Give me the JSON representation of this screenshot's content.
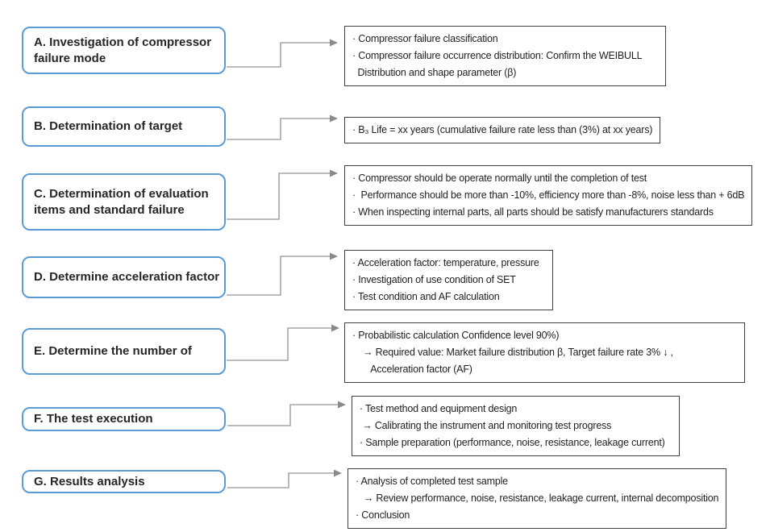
{
  "colors": {
    "step_border": "#5b9bd5",
    "detail_border": "#3f3f3f",
    "connector": "#a6a6a6",
    "text": "#262626"
  },
  "steps": [
    {
      "id": "A",
      "label": "A. Investigation of compressor\nfailure mode",
      "details": [
        "· Compressor failure classification",
        "· Compressor failure occurrence distribution: Confirm the WEIBULL",
        "  Distribution and shape parameter (β)"
      ]
    },
    {
      "id": "B",
      "label": "B. Determination of target",
      "details": [
        "· B₃ Life = xx years (cumulative failure rate less than (3%) at xx years)"
      ]
    },
    {
      "id": "C",
      "label": "C. Determination of evaluation\nitems and standard failure",
      "details": [
        "· Compressor should be operate normally until the completion of test",
        "·  Performance should be more than -10%, efficiency more than -8%, noise less than + 6dB",
        "· When inspecting internal parts, all parts should be satisfy manufacturers standards"
      ]
    },
    {
      "id": "D",
      "label": "D. Determine acceleration factor",
      "details": [
        "· Acceleration factor: temperature, pressure",
        "· Investigation of use condition of SET",
        "· Test condition and AF calculation"
      ]
    },
    {
      "id": "E",
      "label": "E. Determine the number of",
      "details": [
        "· Probabilistic calculation Confidence level 90%)",
        "    → Required value: Market failure distribution β, Target failure rate 3% ↓ ,",
        "       Acceleration factor (AF)"
      ]
    },
    {
      "id": "F",
      "label": "F. The test execution",
      "details": [
        "· Test method and equipment design",
        " → Calibrating the instrument and monitoring test progress",
        "· Sample preparation (performance, noise, resistance, leakage current)"
      ]
    },
    {
      "id": "G",
      "label": "G. Results analysis",
      "details": [
        "· Analysis of completed test sample",
        "   → Review performance, noise, resistance, leakage current, internal decomposition",
        "· Conclusion"
      ]
    }
  ]
}
